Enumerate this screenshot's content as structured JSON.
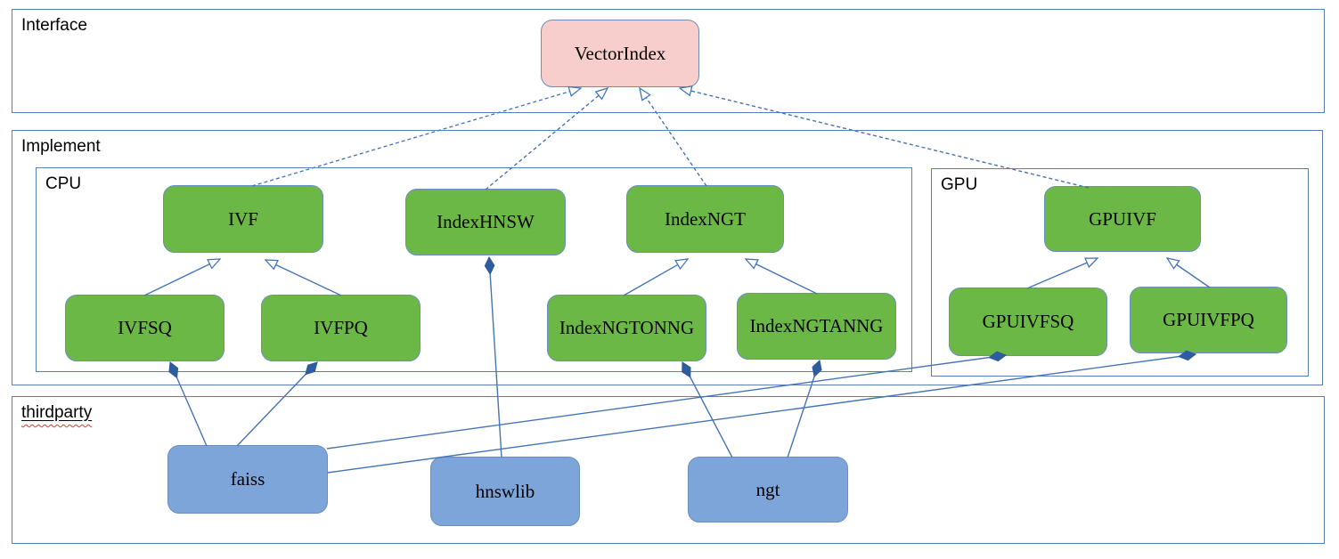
{
  "containers": {
    "interface": {
      "label": "Interface"
    },
    "implement": {
      "label": "Implement"
    },
    "cpu": {
      "label": "CPU"
    },
    "gpu": {
      "label": "GPU"
    },
    "thirdparty": {
      "label": "thirdparty"
    }
  },
  "nodes": {
    "vectorindex": {
      "label": "VectorIndex",
      "kind": "interface"
    },
    "ivf": {
      "label": "IVF",
      "kind": "cpu-class"
    },
    "indexhnsw": {
      "label": "IndexHNSW",
      "kind": "cpu-class"
    },
    "indexngt": {
      "label": "IndexNGT",
      "kind": "cpu-class"
    },
    "ivfsq": {
      "label": "IVFSQ",
      "kind": "cpu-class"
    },
    "ivfpq": {
      "label": "IVFPQ",
      "kind": "cpu-class"
    },
    "indexngtonng": {
      "label": "IndexNGTONNG",
      "kind": "cpu-class"
    },
    "indexngtanng": {
      "label": "IndexNGTANNG",
      "kind": "cpu-class"
    },
    "gpuivf": {
      "label": "GPUIVF",
      "kind": "gpu-class"
    },
    "gpuivfsq": {
      "label": "GPUIVFSQ",
      "kind": "gpu-class"
    },
    "gpuivfpq": {
      "label": "GPUIVFPQ",
      "kind": "gpu-class"
    },
    "faiss": {
      "label": "faiss",
      "kind": "thirdparty-lib"
    },
    "hnswlib": {
      "label": "hnswlib",
      "kind": "thirdparty-lib"
    },
    "ngt": {
      "label": "ngt",
      "kind": "thirdparty-lib"
    }
  },
  "edges": [
    {
      "from": "IVF",
      "to": "VectorIndex",
      "type": "realization-dashed-hollow-arrow"
    },
    {
      "from": "IndexHNSW",
      "to": "VectorIndex",
      "type": "realization-dashed-hollow-arrow"
    },
    {
      "from": "IndexNGT",
      "to": "VectorIndex",
      "type": "realization-dashed-hollow-arrow"
    },
    {
      "from": "GPUIVF",
      "to": "VectorIndex",
      "type": "realization-dashed-hollow-arrow"
    },
    {
      "from": "IVFSQ",
      "to": "IVF",
      "type": "generalization-hollow-arrow"
    },
    {
      "from": "IVFPQ",
      "to": "IVF",
      "type": "generalization-hollow-arrow"
    },
    {
      "from": "IndexNGTONNG",
      "to": "IndexNGT",
      "type": "generalization-hollow-arrow"
    },
    {
      "from": "IndexNGTANNG",
      "to": "IndexNGT",
      "type": "generalization-hollow-arrow"
    },
    {
      "from": "GPUIVFSQ",
      "to": "GPUIVF",
      "type": "generalization-hollow-arrow"
    },
    {
      "from": "GPUIVFPQ",
      "to": "GPUIVF",
      "type": "generalization-hollow-arrow"
    },
    {
      "from": "faiss",
      "to": "IVFSQ",
      "type": "composition-filled-diamond"
    },
    {
      "from": "faiss",
      "to": "IVFPQ",
      "type": "composition-filled-diamond"
    },
    {
      "from": "faiss",
      "to": "GPUIVFSQ",
      "type": "composition-filled-diamond"
    },
    {
      "from": "faiss",
      "to": "GPUIVFPQ",
      "type": "composition-filled-diamond"
    },
    {
      "from": "hnswlib",
      "to": "IndexHNSW",
      "type": "composition-filled-diamond"
    },
    {
      "from": "ngt",
      "to": "IndexNGTONNG",
      "type": "composition-filled-diamond"
    },
    {
      "from": "ngt",
      "to": "IndexNGTANNG",
      "type": "composition-filled-diamond"
    }
  ],
  "colors": {
    "pink": "#f8cecc",
    "green": "#6cb847",
    "blue": "#7da5d9",
    "node-border": "#6c8ebf",
    "container-border": "#5b80b8",
    "line": "#4574b6",
    "diamond": "#2e5c9c",
    "squiggle": "#e03c31"
  }
}
